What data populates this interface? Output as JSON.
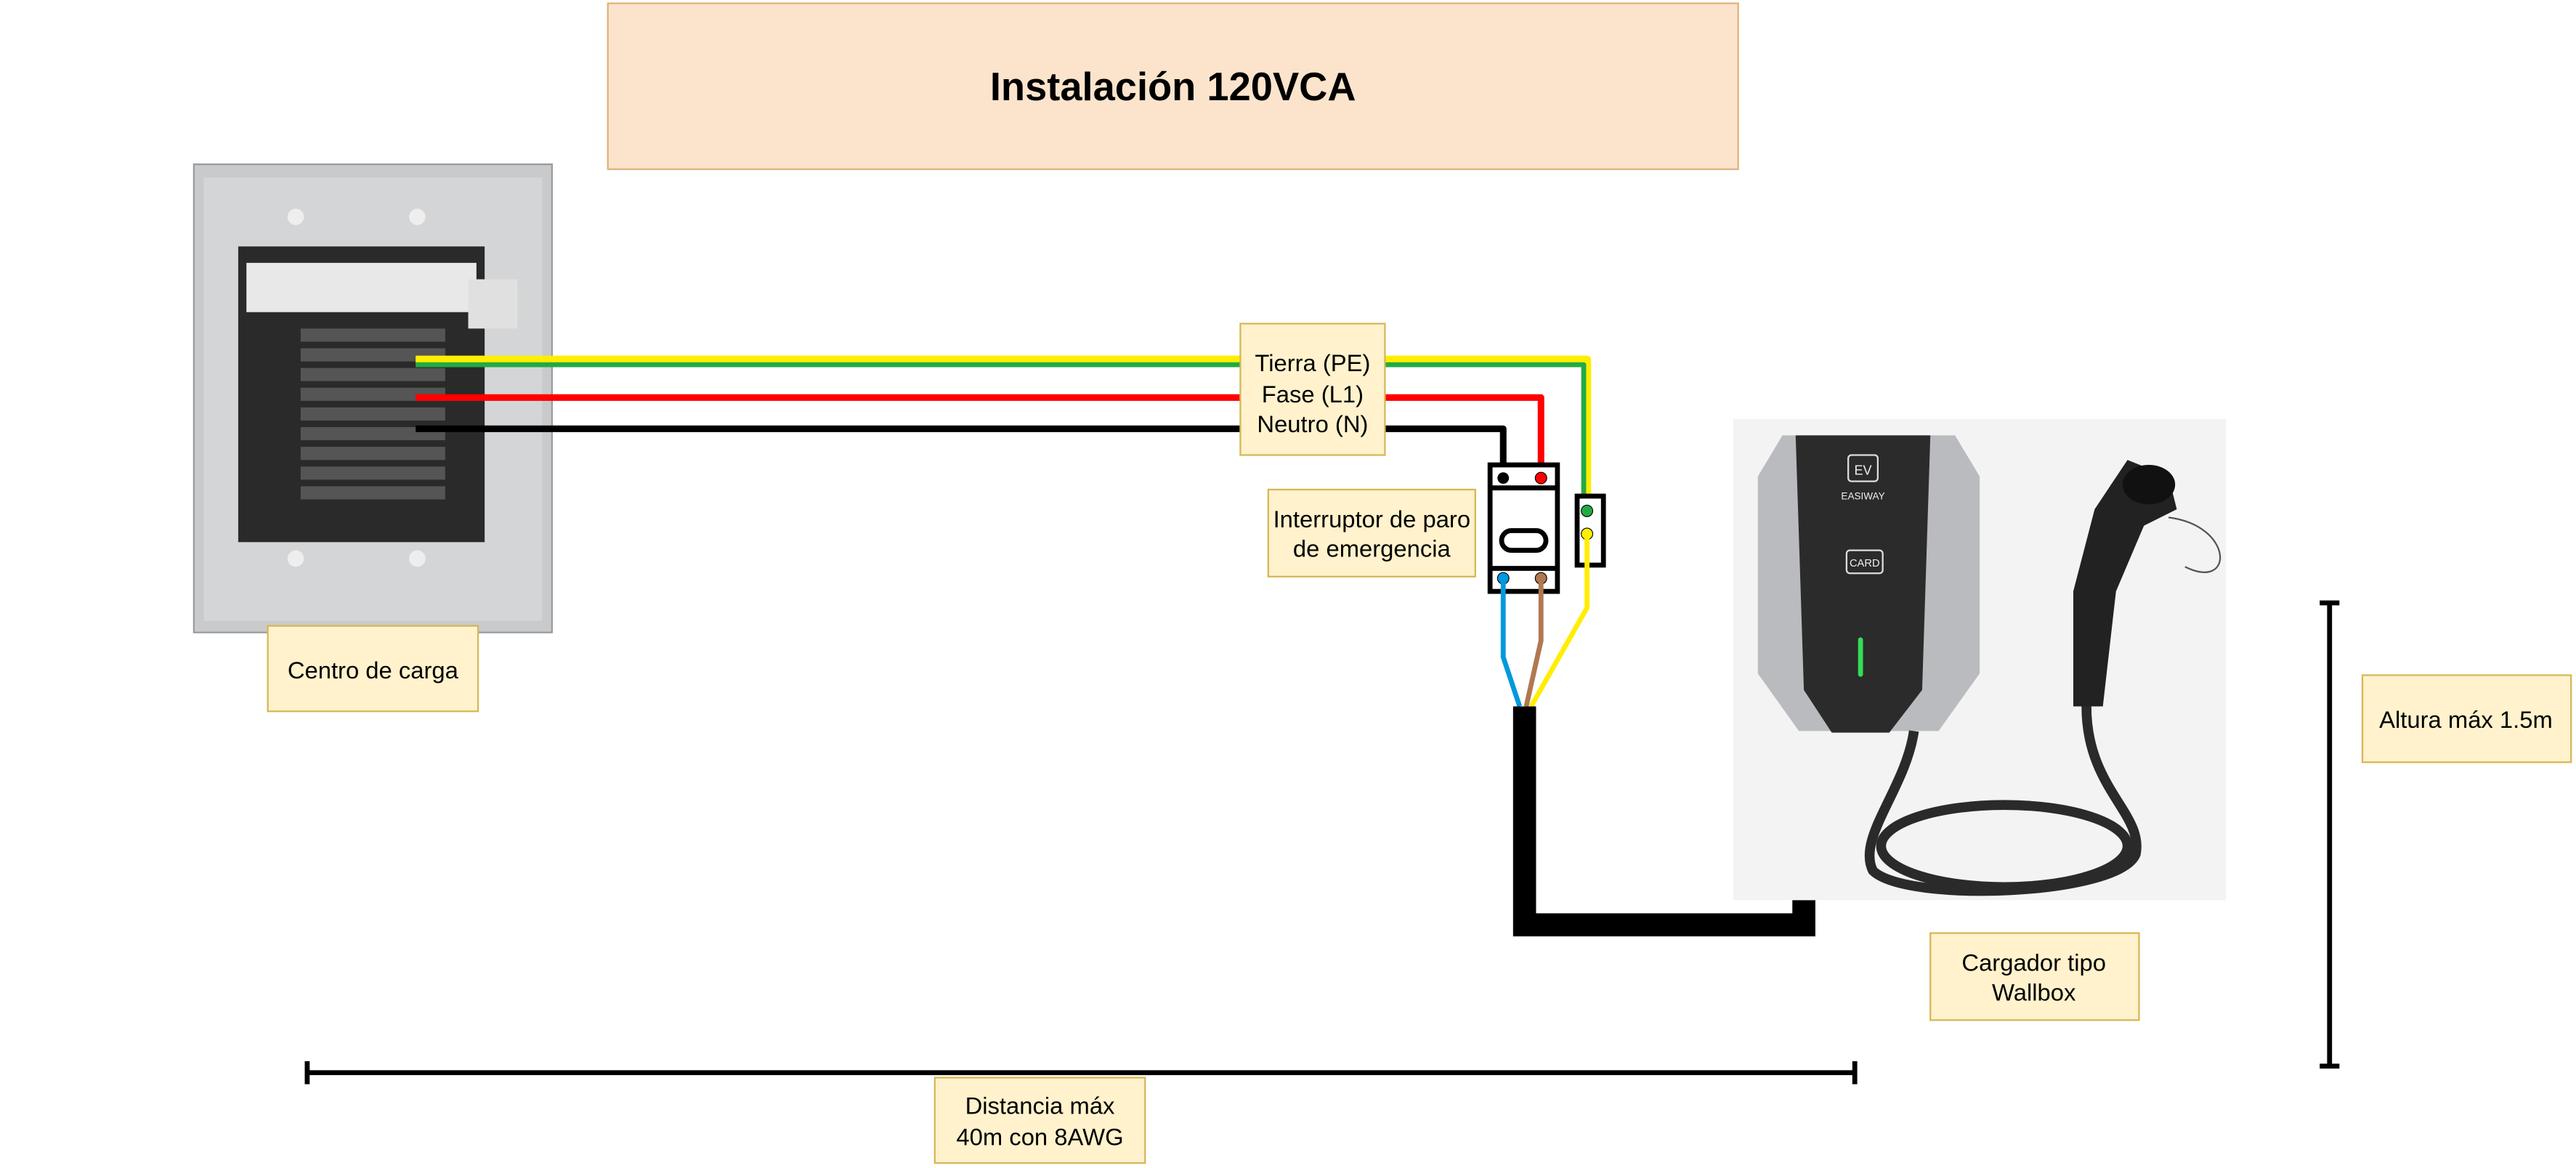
{
  "title": "Instalación 120VCA",
  "panel": {
    "label": "Centro de carga"
  },
  "wires": {
    "lines": [
      "Tierra (PE)",
      "Fase (L1)",
      "Neutro (N)"
    ],
    "colors": {
      "ground_outer": "#ffee00",
      "ground_inner": "#22aa44",
      "phase": "#ff0000",
      "neutral": "#000000",
      "out_neutral": "#0099dd",
      "out_phase": "#b07850",
      "out_ground": "#ffee00"
    }
  },
  "switch": {
    "label_lines": [
      "Interruptor de paro",
      "de emergencia"
    ]
  },
  "charger": {
    "brand": "EASIWAY",
    "logo": "EV",
    "card": "CARD",
    "label_lines": [
      "Cargador tipo",
      "Wallbox"
    ]
  },
  "height": {
    "label": "Altura máx 1.5m"
  },
  "distance": {
    "label_lines": [
      "Distancia máx",
      "40m con 8AWG"
    ]
  },
  "colors": {
    "title_fill": "#fce4cc",
    "label_fill": "#fff2cc"
  }
}
